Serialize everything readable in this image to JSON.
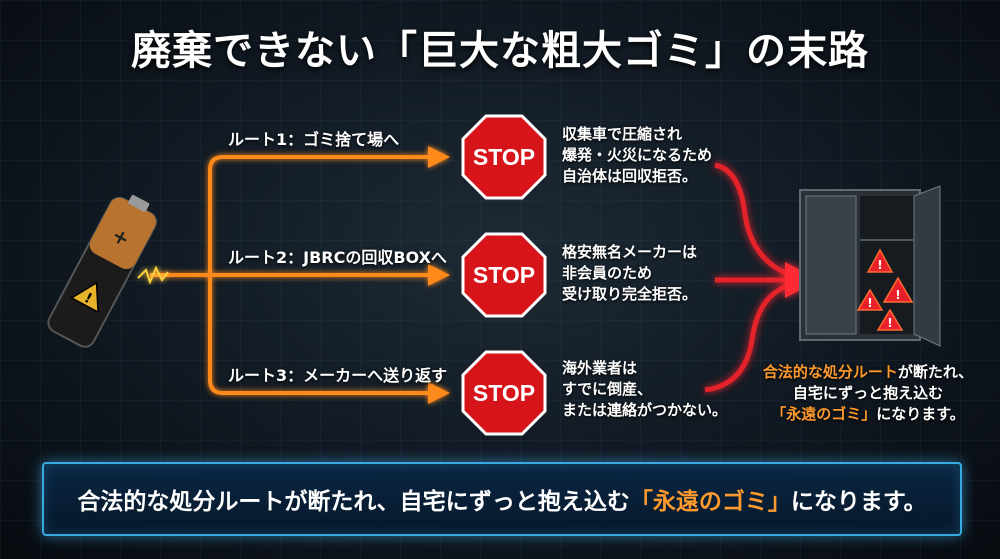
{
  "title": "廃棄できない「巨大な粗大ゴミ」の末路",
  "routes": [
    {
      "label": "ルート1：ゴミ捨て場へ",
      "stop": "STOP",
      "reason": [
        "収集車で圧縮され",
        "爆発・火災になるため",
        "自治体は回収拒否。"
      ]
    },
    {
      "label": "ルート2：JBRCの回収BOXへ",
      "stop": "STOP",
      "reason": [
        "格安無名メーカーは",
        "非会員のため",
        "受け取り完全拒否。"
      ]
    },
    {
      "label": "ルート3：メーカーへ送り返す",
      "stop": "STOP",
      "reason": [
        "海外業者は",
        "すでに倒産、",
        "または連絡がつかない。"
      ]
    }
  ],
  "result": {
    "line1_orange": "合法的な処分ルート",
    "line1_rest": "が断たれ、",
    "line2": "自宅にずっと抱え込む",
    "line3_orange": "「永遠のゴミ」",
    "line3_rest": "になります。"
  },
  "banner": {
    "part1": "合法的な処分ルートが断たれ、自宅にずっと抱え込む",
    "part2_orange": "「永遠のゴミ」",
    "part3": "になります。"
  },
  "colors": {
    "accent": "#ff9a2e",
    "stop_red": "#d8141b",
    "banner_border": "#3aa9e0"
  },
  "icons": [
    "battery-icon",
    "warning-icon",
    "stop-sign-icon",
    "locker-icon"
  ]
}
